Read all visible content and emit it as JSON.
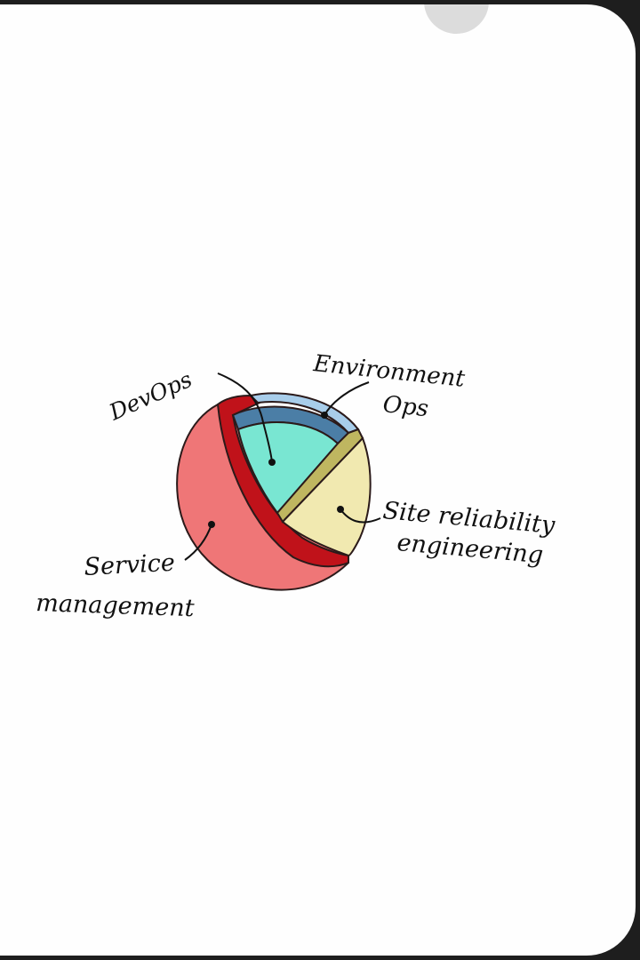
{
  "diagram": {
    "labels": {
      "devops": "DevOps",
      "environment_ops_line1": "Environment",
      "environment_ops_line2": "Ops",
      "sre_line1": "Site reliability",
      "sre_line2": "engineering",
      "service_line1": "Service",
      "service_line2": "management"
    },
    "colors": {
      "service_management": "#ef7677",
      "service_shell_edge": "#c0121a",
      "devops": "#79e6d2",
      "environment_ops": "#4b7ea6",
      "environment_ops_light": "#a8cdea",
      "sre": "#f1e9b0",
      "sre_edge": "#bfb660"
    }
  }
}
